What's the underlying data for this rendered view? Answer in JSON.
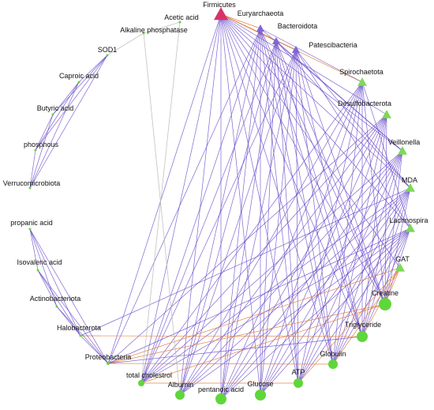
{
  "nodes": [
    {
      "id": "firmicutes",
      "label": "Firmicutes",
      "shape": "triangle"
    },
    {
      "id": "euryarchaeota",
      "label": "Euryarchaeota",
      "shape": "triangle"
    },
    {
      "id": "bacteroidota",
      "label": "Bacteroidota",
      "shape": "triangle"
    },
    {
      "id": "patescibacteria",
      "label": "Patescibacteria",
      "shape": "triangle"
    },
    {
      "id": "spirochaetota",
      "label": "Spirochaetota",
      "shape": "triangle"
    },
    {
      "id": "desulfobacterota",
      "label": "Desulfobacterota",
      "shape": "triangle"
    },
    {
      "id": "veillonella",
      "label": "Veillonella",
      "shape": "triangle"
    },
    {
      "id": "mda",
      "label": "MDA",
      "shape": "triangle"
    },
    {
      "id": "lachnospira",
      "label": "Lachnospira",
      "shape": "triangle"
    },
    {
      "id": "gat",
      "label": "GAT",
      "shape": "triangle"
    },
    {
      "id": "creatine",
      "label": "Creatine",
      "shape": "circle"
    },
    {
      "id": "triglyceride",
      "label": "Triglyceride",
      "shape": "circle"
    },
    {
      "id": "globulin",
      "label": "Globulin",
      "shape": "circle"
    },
    {
      "id": "atp",
      "label": "ATP",
      "shape": "circle"
    },
    {
      "id": "glucose",
      "label": "Glucose",
      "shape": "circle"
    },
    {
      "id": "pentanoic_acid",
      "label": "pentanoic acid",
      "shape": "circle"
    },
    {
      "id": "albumin",
      "label": "Albumin",
      "shape": "circle"
    },
    {
      "id": "total_cholesterol",
      "label": "total cholestrol",
      "shape": "circle"
    },
    {
      "id": "proteobacteria",
      "label": "Proteobacteria",
      "shape": "circle"
    },
    {
      "id": "halobacterota",
      "label": "Halobacterota",
      "shape": "circle"
    },
    {
      "id": "actinobacteriota",
      "label": "Actinobacteriota",
      "shape": "circle"
    },
    {
      "id": "isovaleric_acid",
      "label": "Isovaleric acid",
      "shape": "circle"
    },
    {
      "id": "propanic_acid",
      "label": "propanic acid",
      "shape": "circle"
    },
    {
      "id": "verrucomicrobiota",
      "label": "Verrucomicrobiota",
      "shape": "circle"
    },
    {
      "id": "phosphous",
      "label": "phosphous",
      "shape": "circle"
    },
    {
      "id": "butyric_acid",
      "label": "Butyric acid",
      "shape": "circle"
    },
    {
      "id": "caproic_acid",
      "label": "Caproic acid",
      "shape": "circle"
    },
    {
      "id": "sod1",
      "label": "SOD1",
      "shape": "circle"
    },
    {
      "id": "alkaline_phosphatase",
      "label": "Alkaline phosphatase",
      "shape": "circle"
    },
    {
      "id": "acetic_acid",
      "label": "Acetic acid",
      "shape": "circle"
    }
  ],
  "edges": [
    [
      "firmicutes",
      "euryarchaeota",
      "orange"
    ],
    [
      "firmicutes",
      "bacteroidota",
      "orange"
    ],
    [
      "firmicutes",
      "patescibacteria",
      "orange"
    ],
    [
      "firmicutes",
      "spirochaetota",
      "orange"
    ],
    [
      "firmicutes",
      "desulfobacterota",
      "purple"
    ],
    [
      "firmicutes",
      "veillonella",
      "purple"
    ],
    [
      "firmicutes",
      "mda",
      "purple"
    ],
    [
      "firmicutes",
      "lachnospira",
      "purple"
    ],
    [
      "firmicutes",
      "gat",
      "purple"
    ],
    [
      "firmicutes",
      "creatine",
      "purple"
    ],
    [
      "firmicutes",
      "triglyceride",
      "purple"
    ],
    [
      "firmicutes",
      "globulin",
      "purple"
    ],
    [
      "firmicutes",
      "atp",
      "purple"
    ],
    [
      "firmicutes",
      "glucose",
      "purple"
    ],
    [
      "firmicutes",
      "pentanoic_acid",
      "purple"
    ],
    [
      "firmicutes",
      "albumin",
      "purple"
    ],
    [
      "firmicutes",
      "total_cholesterol",
      "purple"
    ],
    [
      "firmicutes",
      "proteobacteria",
      "purple"
    ],
    [
      "euryarchaeota",
      "creatine",
      "purple"
    ],
    [
      "euryarchaeota",
      "triglyceride",
      "purple"
    ],
    [
      "euryarchaeota",
      "globulin",
      "purple"
    ],
    [
      "euryarchaeota",
      "atp",
      "purple"
    ],
    [
      "euryarchaeota",
      "glucose",
      "purple"
    ],
    [
      "euryarchaeota",
      "pentanoic_acid",
      "purple"
    ],
    [
      "euryarchaeota",
      "albumin",
      "purple"
    ],
    [
      "euryarchaeota",
      "total_cholesterol",
      "purple"
    ],
    [
      "euryarchaeota",
      "proteobacteria",
      "purple"
    ],
    [
      "bacteroidota",
      "creatine",
      "purple"
    ],
    [
      "bacteroidota",
      "triglyceride",
      "purple"
    ],
    [
      "bacteroidota",
      "globulin",
      "purple"
    ],
    [
      "bacteroidota",
      "atp",
      "purple"
    ],
    [
      "bacteroidota",
      "glucose",
      "purple"
    ],
    [
      "bacteroidota",
      "pentanoic_acid",
      "purple"
    ],
    [
      "bacteroidota",
      "albumin",
      "purple"
    ],
    [
      "bacteroidota",
      "total_cholesterol",
      "purple"
    ],
    [
      "patescibacteria",
      "creatine",
      "purple"
    ],
    [
      "patescibacteria",
      "triglyceride",
      "purple"
    ],
    [
      "patescibacteria",
      "globulin",
      "purple"
    ],
    [
      "patescibacteria",
      "atp",
      "purple"
    ],
    [
      "patescibacteria",
      "glucose",
      "purple"
    ],
    [
      "patescibacteria",
      "pentanoic_acid",
      "purple"
    ],
    [
      "patescibacteria",
      "albumin",
      "purple"
    ],
    [
      "patescibacteria",
      "total_cholesterol",
      "purple"
    ],
    [
      "spirochaetota",
      "creatine",
      "purple"
    ],
    [
      "spirochaetota",
      "triglyceride",
      "purple"
    ],
    [
      "spirochaetota",
      "globulin",
      "purple"
    ],
    [
      "spirochaetota",
      "atp",
      "purple"
    ],
    [
      "spirochaetota",
      "glucose",
      "purple"
    ],
    [
      "spirochaetota",
      "pentanoic_acid",
      "purple"
    ],
    [
      "spirochaetota",
      "albumin",
      "purple"
    ],
    [
      "spirochaetota",
      "total_cholesterol",
      "purple"
    ],
    [
      "desulfobacterota",
      "creatine",
      "purple"
    ],
    [
      "desulfobacterota",
      "triglyceride",
      "purple"
    ],
    [
      "desulfobacterota",
      "globulin",
      "purple"
    ],
    [
      "desulfobacterota",
      "atp",
      "purple"
    ],
    [
      "desulfobacterota",
      "glucose",
      "purple"
    ],
    [
      "desulfobacterota",
      "pentanoic_acid",
      "purple"
    ],
    [
      "desulfobacterota",
      "albumin",
      "purple"
    ],
    [
      "desulfobacterota",
      "total_cholesterol",
      "purple"
    ],
    [
      "veillonella",
      "creatine",
      "purple"
    ],
    [
      "veillonella",
      "triglyceride",
      "purple"
    ],
    [
      "veillonella",
      "globulin",
      "purple"
    ],
    [
      "veillonella",
      "atp",
      "purple"
    ],
    [
      "veillonella",
      "glucose",
      "purple"
    ],
    [
      "veillonella",
      "pentanoic_acid",
      "purple"
    ],
    [
      "veillonella",
      "albumin",
      "purple"
    ],
    [
      "veillonella",
      "total_cholesterol",
      "purple"
    ],
    [
      "mda",
      "creatine",
      "purple"
    ],
    [
      "mda",
      "triglyceride",
      "purple"
    ],
    [
      "mda",
      "globulin",
      "purple"
    ],
    [
      "mda",
      "atp",
      "purple"
    ],
    [
      "mda",
      "glucose",
      "purple"
    ],
    [
      "mda",
      "pentanoic_acid",
      "purple"
    ],
    [
      "mda",
      "albumin",
      "purple"
    ],
    [
      "mda",
      "total_cholesterol",
      "purple"
    ],
    [
      "lachnospira",
      "creatine",
      "purple"
    ],
    [
      "lachnospira",
      "triglyceride",
      "purple"
    ],
    [
      "lachnospira",
      "globulin",
      "purple"
    ],
    [
      "lachnospira",
      "atp",
      "purple"
    ],
    [
      "lachnospira",
      "glucose",
      "purple"
    ],
    [
      "lachnospira",
      "pentanoic_acid",
      "purple"
    ],
    [
      "lachnospira",
      "albumin",
      "purple"
    ],
    [
      "lachnospira",
      "total_cholesterol",
      "purple"
    ],
    [
      "gat",
      "creatine",
      "orange"
    ],
    [
      "gat",
      "triglyceride",
      "orange"
    ],
    [
      "gat",
      "globulin",
      "orange"
    ],
    [
      "gat",
      "atp",
      "orange"
    ],
    [
      "gat",
      "proteobacteria",
      "orange"
    ],
    [
      "euryarchaeota",
      "spirochaetota",
      "purple"
    ],
    [
      "euryarchaeota",
      "veillonella",
      "purple"
    ],
    [
      "bacteroidota",
      "veillonella",
      "purple"
    ],
    [
      "bacteroidota",
      "mda",
      "purple"
    ],
    [
      "patescibacteria",
      "mda",
      "purple"
    ],
    [
      "patescibacteria",
      "lachnospira",
      "purple"
    ],
    [
      "spirochaetota",
      "lachnospira",
      "purple"
    ],
    [
      "mda",
      "halobacterota",
      "purple"
    ],
    [
      "lachnospira",
      "proteobacteria",
      "purple"
    ],
    [
      "desulfobacterota",
      "proteobacteria",
      "purple"
    ],
    [
      "creatine",
      "proteobacteria",
      "orange"
    ],
    [
      "triglyceride",
      "halobacterota",
      "orange"
    ],
    [
      "globulin",
      "proteobacteria",
      "orange"
    ],
    [
      "atp",
      "total_cholesterol",
      "orange"
    ],
    [
      "creatine",
      "total_cholesterol",
      "orange"
    ],
    [
      "triglyceride",
      "proteobacteria",
      "purple"
    ],
    [
      "proteobacteria",
      "halobacterota",
      "purple"
    ],
    [
      "halobacterota",
      "actinobacteriota",
      "purple"
    ],
    [
      "actinobacteriota",
      "isovaleric_acid",
      "purple"
    ],
    [
      "isovaleric_acid",
      "propanic_acid",
      "purple"
    ],
    [
      "proteobacteria",
      "actinobacteriota",
      "purple"
    ],
    [
      "halobacterota",
      "isovaleric_acid",
      "purple"
    ],
    [
      "actinobacteriota",
      "propanic_acid",
      "purple"
    ],
    [
      "proteobacteria",
      "isovaleric_acid",
      "purple"
    ],
    [
      "proteobacteria",
      "propanic_acid",
      "purple"
    ],
    [
      "halobacterota",
      "propanic_acid",
      "purple"
    ],
    [
      "verrucomicrobiota",
      "phosphous",
      "purple"
    ],
    [
      "phosphous",
      "butyric_acid",
      "purple"
    ],
    [
      "butyric_acid",
      "caproic_acid",
      "purple"
    ],
    [
      "caproic_acid",
      "sod1",
      "purple"
    ],
    [
      "verrucomicrobiota",
      "butyric_acid",
      "purple"
    ],
    [
      "phosphous",
      "caproic_acid",
      "purple"
    ],
    [
      "butyric_acid",
      "sod1",
      "purple"
    ],
    [
      "verrucomicrobiota",
      "caproic_acid",
      "purple"
    ],
    [
      "phosphous",
      "sod1",
      "purple"
    ],
    [
      "verrucomicrobiota",
      "sod1",
      "purple"
    ],
    [
      "sod1",
      "alkaline_phosphatase",
      "gray"
    ],
    [
      "alkaline_phosphatase",
      "acetic_acid",
      "gray"
    ],
    [
      "alkaline_phosphatase",
      "albumin",
      "gray"
    ],
    [
      "acetic_acid",
      "total_cholesterol",
      "gray"
    ]
  ],
  "colors": {
    "purple_edge": "#6a4cc9",
    "orange_edge": "#e07b39",
    "gray_edge": "#bbbbbb",
    "triangle_purple": "#7b68d8",
    "triangle_green": "#7ed957",
    "triangle_pink": "#d6336c",
    "circle_green": "#5fd63a"
  }
}
